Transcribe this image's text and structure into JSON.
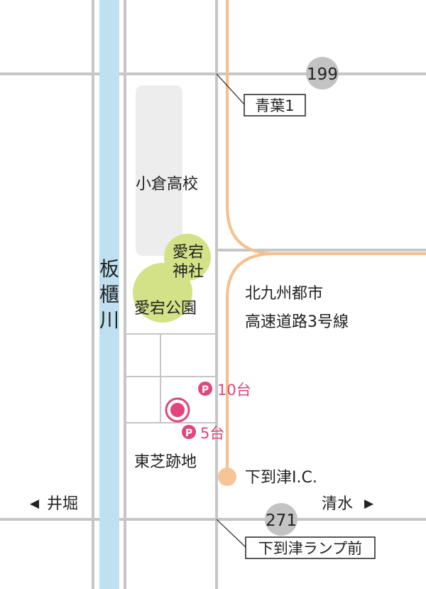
{
  "colors": {
    "road": "#c6c6c6",
    "river": "#bfe0f0",
    "expressway": "#f4c08e",
    "park": "#d3e286",
    "school_area": "#ededed",
    "marker": "#e0457b",
    "route_badge": "#c3c3c3"
  },
  "routes": {
    "north": "199",
    "south": "271"
  },
  "labels": {
    "aoba": "青葉1",
    "school": "小倉高校",
    "shrine_line1": "愛宕",
    "shrine_line2": "神社",
    "park": "愛宕公園",
    "river_chars": [
      "板",
      "櫃",
      "川"
    ],
    "expressway_line1": "北九州都市",
    "expressway_line2": "高速道路3号線",
    "higashishiba": "東芝跡地",
    "interchange": "下到津I.C.",
    "shimizu": "清水",
    "ibori": "井堀",
    "ramp": "下到津ランプ前"
  },
  "parking": [
    {
      "icon": "P",
      "label": "10台"
    },
    {
      "icon": "P",
      "label": "5台"
    }
  ],
  "arrows": {
    "left": "◀",
    "right": "▶"
  },
  "icons": {
    "destination": "destination-marker-icon",
    "parking": "parking-icon",
    "interchange": "interchange-dot-icon"
  }
}
